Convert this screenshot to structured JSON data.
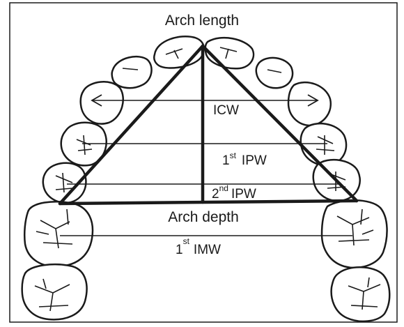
{
  "labels": {
    "arch_length": "Arch length",
    "icw": "ICW",
    "ipw1_num": "1",
    "ipw1_sup": "st",
    "ipw1_text": "IPW",
    "ipw2_num": "2",
    "ipw2_sup": "nd",
    "ipw2_text": "IPW",
    "arch_depth": "Arch depth",
    "imw_num": "1",
    "imw_sup": "st",
    "imw_text": "IMW"
  },
  "colors": {
    "ink": "#1a1a1a",
    "paper": "#ffffff"
  }
}
